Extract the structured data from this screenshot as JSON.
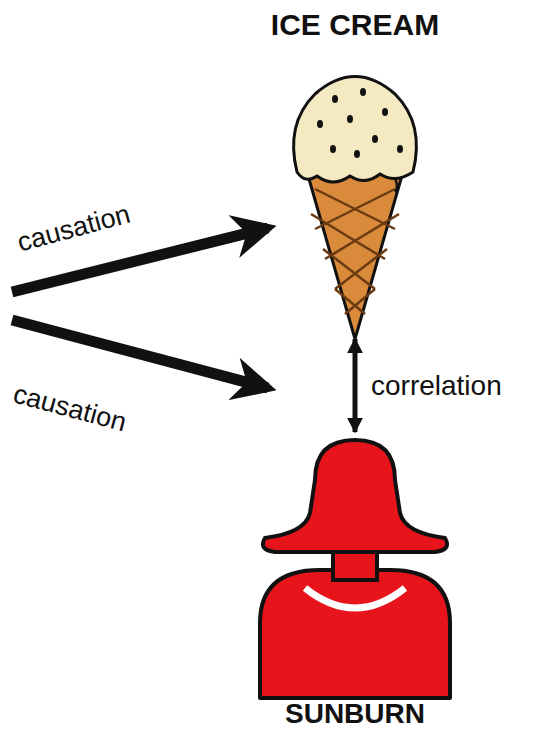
{
  "diagram": {
    "nodes": [
      {
        "text": [
          "ICE CREAM"
        ]
      },
      {
        "text": [
          "SUNBURN"
        ]
      }
    ],
    "edges": [
      {
        "from": 0,
        "to": 1,
        "label": "correlation",
        "arrow": "both"
      }
    ],
    "labels": [
      "causation",
      "causation"
    ]
  }
}
